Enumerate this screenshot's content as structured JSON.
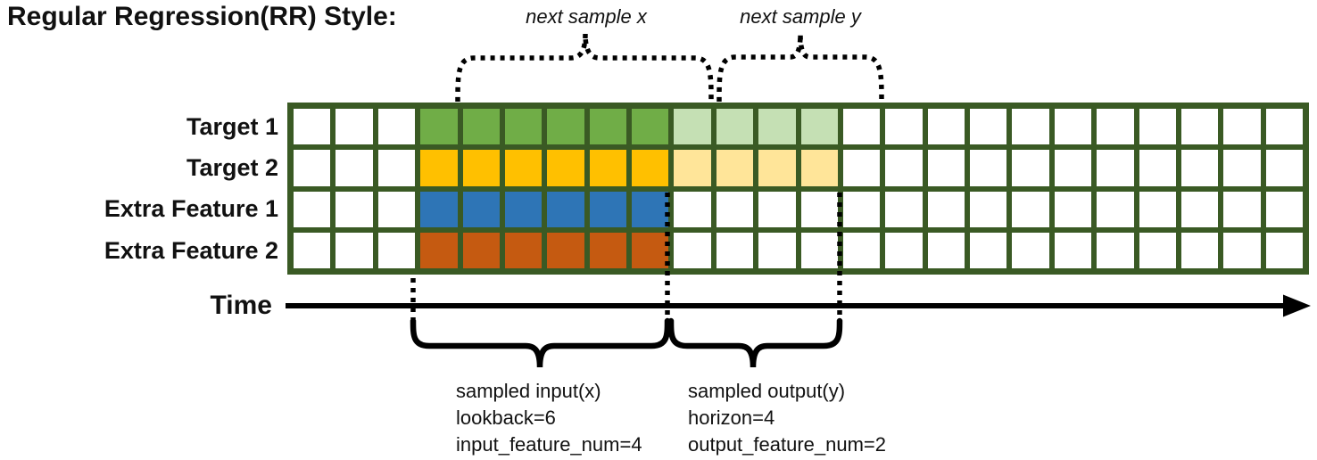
{
  "title": "Regular Regression(RR) Style:",
  "top_annotations": [
    {
      "label": "next sample x"
    },
    {
      "label": "next sample y"
    }
  ],
  "grid": {
    "columns": 24,
    "rows": [
      {
        "label": "Target 1",
        "segments": [
          {
            "start": 4,
            "end": 9,
            "color_key": "target1_input"
          },
          {
            "start": 10,
            "end": 13,
            "color_key": "target1_output"
          }
        ]
      },
      {
        "label": "Target 2",
        "segments": [
          {
            "start": 4,
            "end": 9,
            "color_key": "target2_input"
          },
          {
            "start": 10,
            "end": 13,
            "color_key": "target2_output"
          }
        ]
      },
      {
        "label": "Extra Feature 1",
        "segments": [
          {
            "start": 4,
            "end": 9,
            "color_key": "extra_feature1_input"
          }
        ]
      },
      {
        "label": "Extra Feature 2",
        "segments": [
          {
            "start": 4,
            "end": 9,
            "color_key": "extra_feature2_input"
          }
        ]
      }
    ]
  },
  "time_axis": {
    "label": "Time"
  },
  "bottom_annotations": [
    {
      "lines": [
        "sampled input(x)",
        "lookback=6",
        "input_feature_num=4"
      ]
    },
    {
      "lines": [
        "sampled output(y)",
        "horizon=4",
        "output_feature_num=2"
      ]
    }
  ],
  "colors": {
    "grid_line": "#3A5A24",
    "cell_default": "#FFFFFF",
    "target1_input": "#70AD47",
    "target1_output": "#C5E0B4",
    "target2_input": "#FFC000",
    "target2_output": "#FFE599",
    "extra_feature1_input": "#2E75B6",
    "extra_feature2_input": "#C55A11",
    "annotation": "#000000"
  }
}
